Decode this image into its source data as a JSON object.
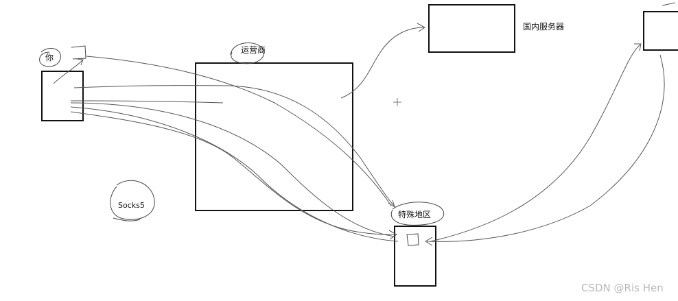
{
  "labels": {
    "you": "你",
    "isp": "运营商",
    "domestic_server": "国内服务器",
    "special_region": "特殊地区",
    "socks5": "Socks5"
  },
  "watermark": "CSDN @Ris Hen",
  "colors": {
    "box_stroke": "#111111",
    "arrow_stroke": "#555555",
    "doodle_stroke": "#333333",
    "watermark": "#b9b9b9"
  }
}
